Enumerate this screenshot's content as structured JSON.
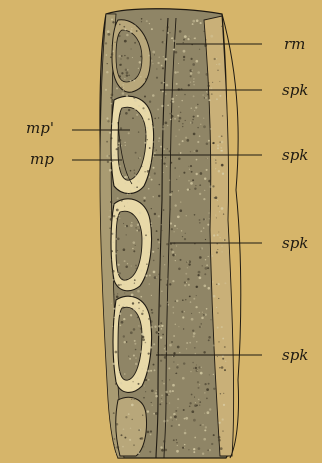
{
  "figure": {
    "background": "#d6b56a",
    "tissue_color": "#8f8566",
    "ink_color": "#1f1a12",
    "labels": {
      "rm": "rm",
      "spk_1": "spk",
      "spk_2": "spk",
      "spk_3": "spk",
      "spk_4": "spk",
      "mp_prime": "mp'",
      "mp": "mp"
    }
  }
}
